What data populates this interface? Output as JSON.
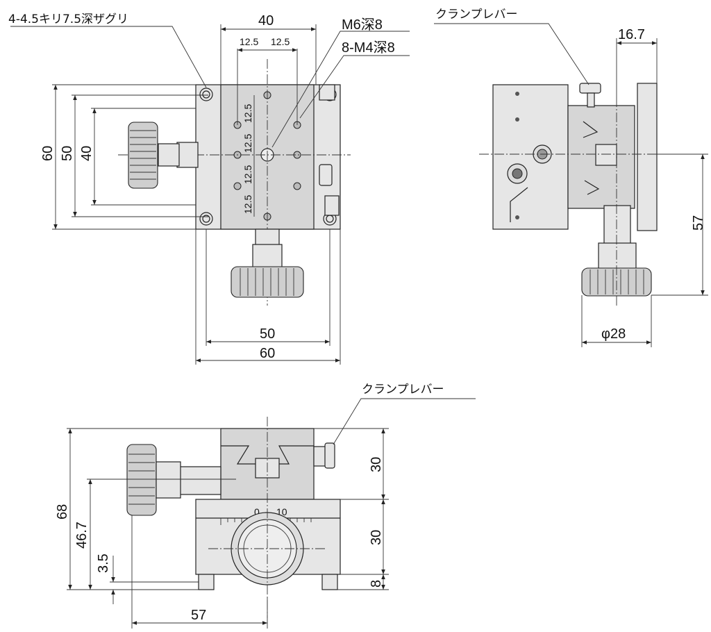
{
  "top_view": {
    "callout_counterbore": "4-4.5キリ7.5深ザグリ",
    "callout_m6": "M6深8",
    "callout_m4": "8-M4深8",
    "dim_top_width": "40",
    "dim_pitch_left": "12.5",
    "dim_pitch_right": "12.5",
    "dim_height_60": "60",
    "dim_height_50": "50",
    "dim_height_40": "40",
    "dim_v_pitch_1": "12.5",
    "dim_v_pitch_2": "12.5",
    "dim_v_pitch_3": "12.5",
    "dim_v_pitch_4": "12.5",
    "dim_bottom_50": "50",
    "dim_bottom_60": "60"
  },
  "side_view": {
    "callout_clamp": "クランプレバー",
    "dim_16_7": "16.7",
    "dim_57": "57",
    "dim_dia_28": "φ28"
  },
  "front_view": {
    "callout_clamp": "クランプレバー",
    "dim_68": "68",
    "dim_46_7": "46.7",
    "dim_3_5": "3.5",
    "dim_30_top": "30",
    "dim_30_mid": "30",
    "dim_8": "8",
    "dim_57": "57",
    "scale_0": "0",
    "scale_10": "10"
  }
}
